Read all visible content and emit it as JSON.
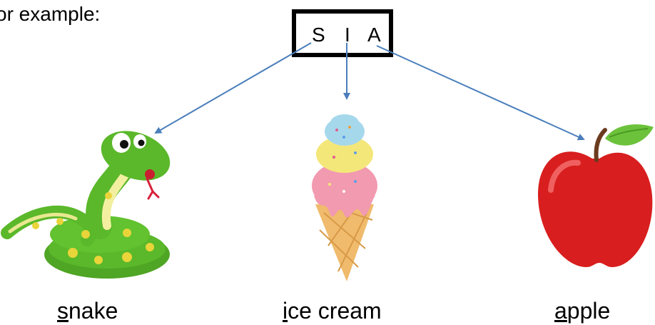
{
  "intro_text": "or example:",
  "acronym": [
    "S",
    "I",
    "A"
  ],
  "words": [
    {
      "first": "s",
      "rest": "nake",
      "picture": "snake-illustration"
    },
    {
      "first": "i",
      "rest": "ce cream",
      "picture": "ice-cream-illustration"
    },
    {
      "first": "a",
      "rest": "pple",
      "picture": "apple-illustration"
    }
  ],
  "colors": {
    "arrow": "#4a7ebb",
    "box_border": "#000000",
    "snake": "#5ab82a",
    "apple": "#d81e1e",
    "ice_cream_pink": "#f29ab0",
    "ice_cream_yellow": "#f4e77a",
    "ice_cream_blue": "#a6d8ec",
    "cone": "#f0bb6c"
  }
}
